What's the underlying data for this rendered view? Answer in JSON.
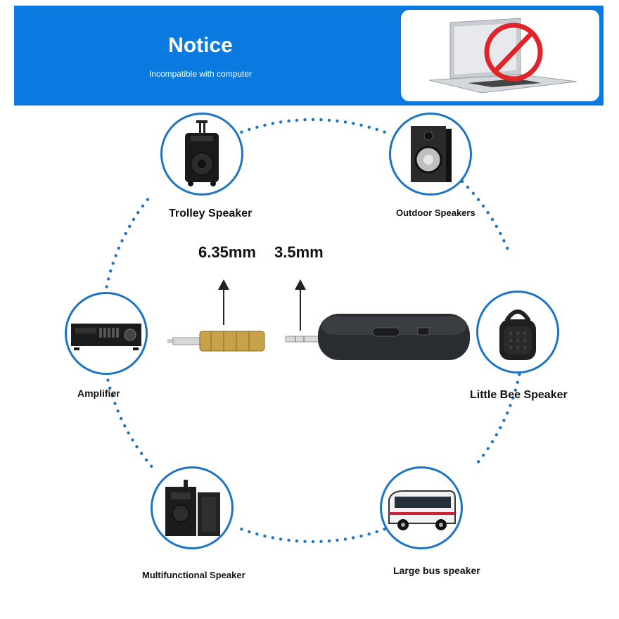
{
  "banner": {
    "title": "Notice",
    "subtitle": "Incompatible with computer",
    "color": "#0a7ae0"
  },
  "jacks": {
    "large": "6.35mm",
    "small": "3.5mm"
  },
  "devices": [
    {
      "label": "Trolley Speaker",
      "icon": "trolley-speaker-icon"
    },
    {
      "label": "Outdoor Speakers",
      "icon": "bookshelf-speaker-icon"
    },
    {
      "label": "Amplifier",
      "icon": "amplifier-icon"
    },
    {
      "label": "Little Bee Speaker",
      "icon": "waist-speaker-icon"
    },
    {
      "label": "Multifunctional Speaker",
      "icon": "speaker-pair-icon"
    },
    {
      "label": "Large bus speaker",
      "icon": "bus-icon"
    }
  ],
  "accent_color": "#1d73c4"
}
